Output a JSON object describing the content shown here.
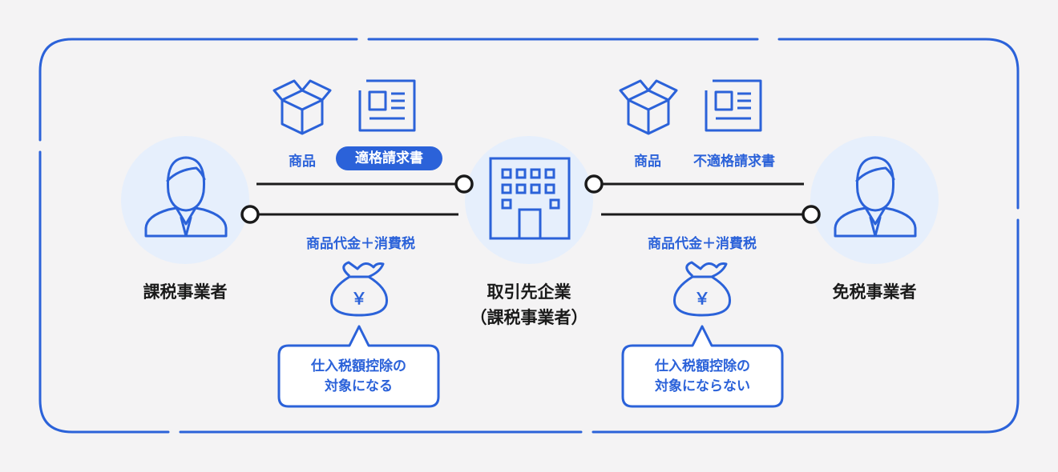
{
  "colors": {
    "accent": "#2b62d9",
    "circle_fill": "#e6effc",
    "background": "#f4f3f4",
    "line": "#1a1a1a"
  },
  "parties": {
    "left": "課税事業者",
    "center_line1": "取引先企業",
    "center_line2": "（課税事業者）",
    "right": "免税事業者"
  },
  "left_flow": {
    "goods_label": "商品",
    "invoice_label": "適格請求書",
    "payment_label": "商品代金＋消費税",
    "callout_line1": "仕入税額控除の",
    "callout_line2": "対象になる"
  },
  "right_flow": {
    "goods_label": "商品",
    "invoice_label": "不適格請求書",
    "payment_label": "商品代金＋消費税",
    "callout_line1": "仕入税額控除の",
    "callout_line2": "対象にならない"
  },
  "icons": [
    "person-icon",
    "building-icon",
    "box-icon",
    "document-icon",
    "money-bag-icon"
  ],
  "money_symbol": "￥"
}
